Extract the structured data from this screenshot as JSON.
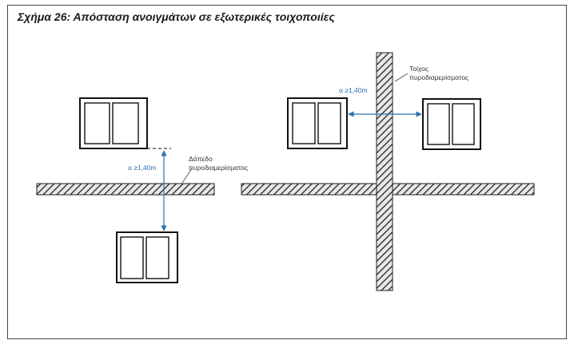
{
  "figure": {
    "title": "Σχήμα 26: Απόσταση ανοιγμάτων σε εξωτερικές τοιχοποιίες"
  },
  "left_case": {
    "dimension_label": "α ≥1,40m",
    "floor_label": [
      "Δάπεδο",
      "πυροδιαμερίσματος"
    ]
  },
  "right_case": {
    "dimension_label": "α ≥1,40m",
    "wall_label": [
      "Τοίχος",
      "πυροδιαμερίσματος"
    ]
  },
  "colors": {
    "dimension": "#2e6fb0",
    "hatch": "#222222",
    "outline": "#1a1a1a"
  }
}
